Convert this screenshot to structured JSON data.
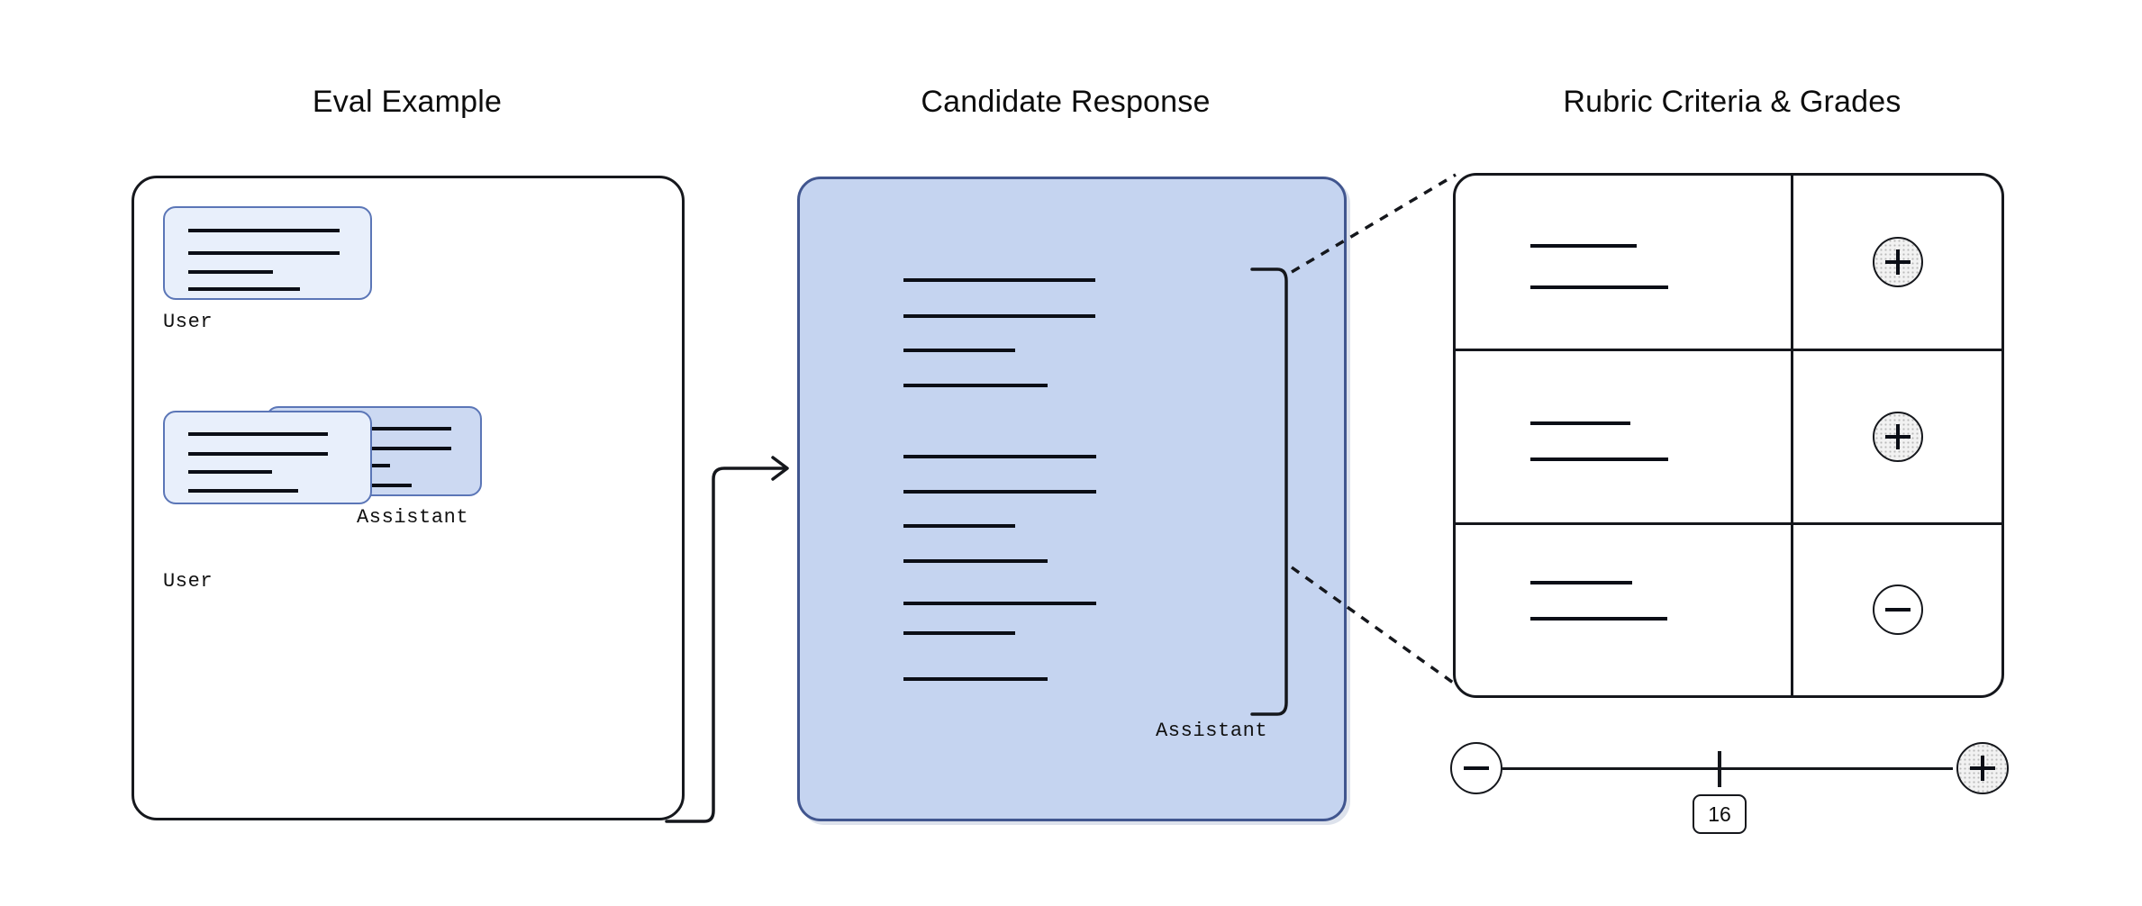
{
  "columns": {
    "eval": "Eval Example",
    "candidate": "Candidate Response",
    "rubric": "Rubric Criteria & Grades"
  },
  "eval_example": {
    "messages": [
      {
        "role_label": "User",
        "align": "left",
        "line_widths": [
          168,
          168,
          94,
          124
        ]
      },
      {
        "role_label": "Assistant",
        "align": "right",
        "line_widths": [
          176,
          176,
          108,
          132
        ]
      },
      {
        "role_label": "User",
        "align": "left",
        "line_widths": [
          155,
          155,
          93,
          122
        ]
      }
    ]
  },
  "candidate_response": {
    "role_label": "Assistant",
    "paragraphs": [
      [
        213,
        213,
        124,
        160
      ],
      [
        214,
        214,
        124,
        160
      ]
    ]
  },
  "rubric": {
    "rows": [
      {
        "criteria_line_widths": [
          118,
          153
        ],
        "grade": "plus",
        "grade_glyph": "+",
        "filled": true
      },
      {
        "criteria_line_widths": [
          111,
          153
        ],
        "grade": "plus",
        "grade_glyph": "+",
        "filled": true
      },
      {
        "criteria_line_widths": [
          113,
          152
        ],
        "grade": "minus",
        "grade_glyph": "−",
        "filled": false
      }
    ]
  },
  "score_slider": {
    "decrement_label": "−",
    "increment_label": "+",
    "value": "16",
    "value_position_percent": 60
  },
  "colors": {
    "user_bubble_fill": "#e8effb",
    "assistant_bubble_fill": "#ccd9f2",
    "bubble_border": "#5b76b7",
    "candidate_fill": "#c5d4f0",
    "candidate_border": "#41568f",
    "outline": "#15171c",
    "text": "#0d0d0d"
  }
}
